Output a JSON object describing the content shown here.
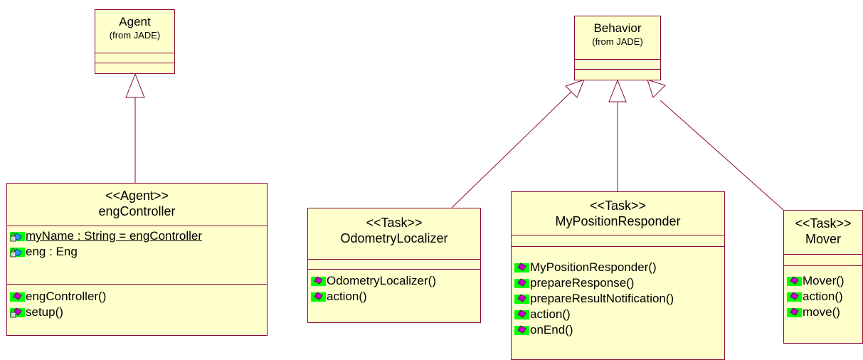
{
  "colors": {
    "class_fill": "#ffffcc",
    "border": "#8b0a3b",
    "method_icon_bg": "#00ff00",
    "method_icon_accent": "#cc00cc",
    "attribute_icon_accent": "#3399ff"
  },
  "agent": {
    "name": "Agent",
    "from": "(from JADE)"
  },
  "behavior": {
    "name": "Behavior",
    "from": "(from JADE)"
  },
  "eng_controller": {
    "stereotype": "<<Agent>>",
    "name": "engController",
    "attributes": [
      {
        "text": "myName : String = engController",
        "icon": "protected-static-attribute-icon",
        "static": true
      },
      {
        "text": "eng : Eng",
        "icon": "protected-attribute-icon",
        "static": false
      }
    ],
    "operations": [
      {
        "text": "engController()",
        "icon": "public-method-icon"
      },
      {
        "text": "setup()",
        "icon": "protected-method-icon"
      }
    ]
  },
  "odometry_localizer": {
    "stereotype": "<<Task>>",
    "name": "OdometryLocalizer",
    "operations": [
      {
        "text": "OdometryLocalizer()",
        "icon": "public-method-icon"
      },
      {
        "text": "action()",
        "icon": "public-method-icon"
      }
    ]
  },
  "my_position_responder": {
    "stereotype": "<<Task>>",
    "name": "MyPositionResponder",
    "operations": [
      {
        "text": "MyPositionResponder()",
        "icon": "public-method-icon"
      },
      {
        "text": "prepareResponse()",
        "icon": "public-method-icon"
      },
      {
        "text": "prepareResultNotification()",
        "icon": "public-method-icon"
      },
      {
        "text": "action()",
        "icon": "public-method-icon"
      },
      {
        "text": "onEnd()",
        "icon": "public-method-icon"
      }
    ]
  },
  "mover": {
    "stereotype": "<<Task>>",
    "name": "Mover",
    "operations": [
      {
        "text": "Mover()",
        "icon": "public-method-icon"
      },
      {
        "text": "action()",
        "icon": "public-method-icon"
      },
      {
        "text": "move()",
        "icon": "public-method-icon"
      }
    ]
  }
}
